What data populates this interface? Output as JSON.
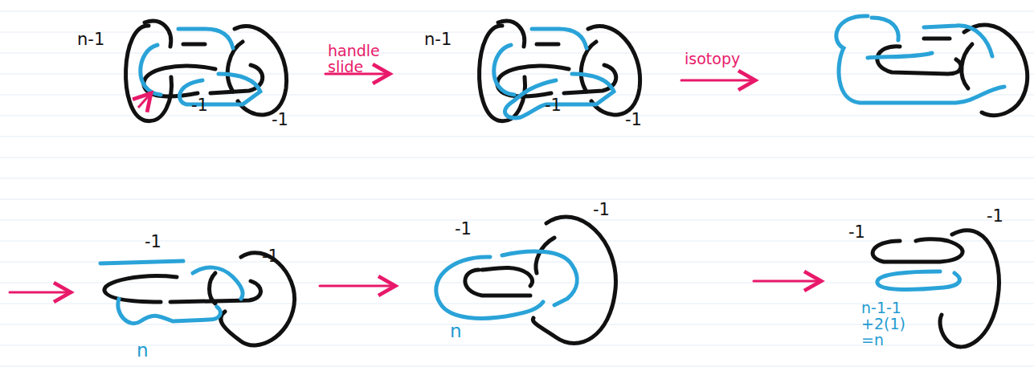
{
  "diagram": {
    "labels": [
      "n-1",
      "-1",
      "-1",
      "handle slide",
      "n-1",
      "-1",
      "-1",
      "isotopy",
      "-1",
      "-1",
      "n",
      "-1",
      "-1",
      "n",
      "-1",
      "-1",
      "n-1-1 +2(1) =n"
    ]
  }
}
